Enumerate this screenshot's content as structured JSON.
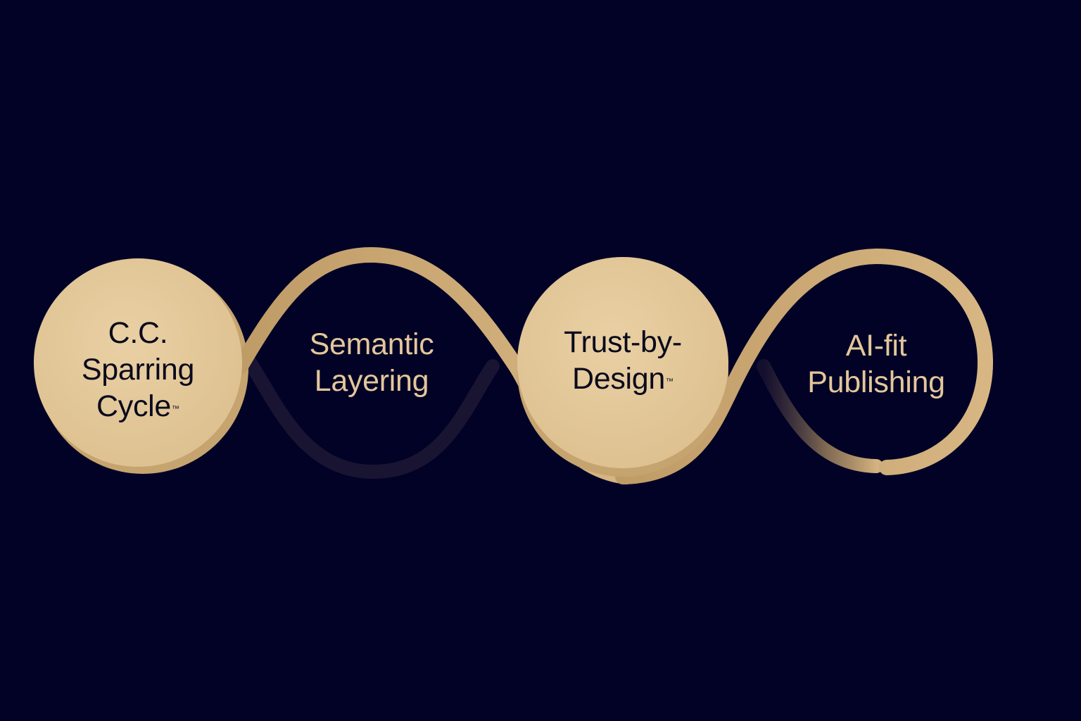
{
  "colors": {
    "background": "#020126",
    "accent_gold": "#c9a773",
    "accent_gold_light": "#e5c99b",
    "text_dark": "#0b0a1c",
    "text_light": "#e3c79a"
  },
  "steps": [
    {
      "lines": [
        "C.C.",
        "Sparring",
        "Cycle"
      ],
      "trademark": "™",
      "style": "filled-circle"
    },
    {
      "lines": [
        "Semantic",
        "Layering"
      ],
      "trademark": "",
      "style": "open-loop"
    },
    {
      "lines": [
        "Trust-by-",
        "Design"
      ],
      "trademark": "™",
      "style": "filled-circle"
    },
    {
      "lines": [
        "AI-fit",
        "Publishing"
      ],
      "trademark": "",
      "style": "open-loop"
    }
  ]
}
